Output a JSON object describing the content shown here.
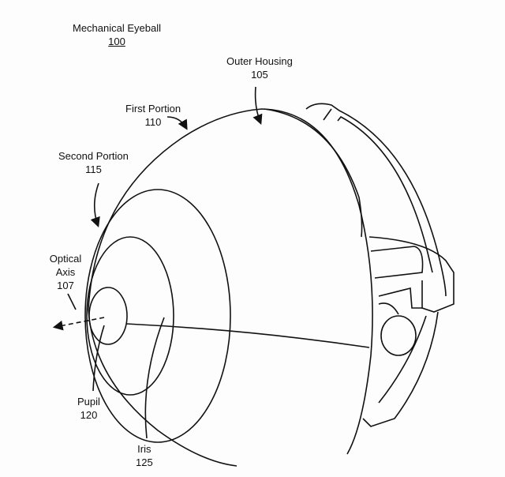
{
  "title": {
    "name": "Mechanical Eyeball",
    "number": "100"
  },
  "labels": [
    {
      "name": "Outer Housing",
      "number": "105"
    },
    {
      "name": "First Portion",
      "number": "110"
    },
    {
      "name": "Second Portion",
      "number": "115"
    },
    {
      "name": "Optical Axis",
      "number": "107"
    },
    {
      "name": "Pupil",
      "number": "120"
    },
    {
      "name": "Iris",
      "number": "125"
    }
  ]
}
